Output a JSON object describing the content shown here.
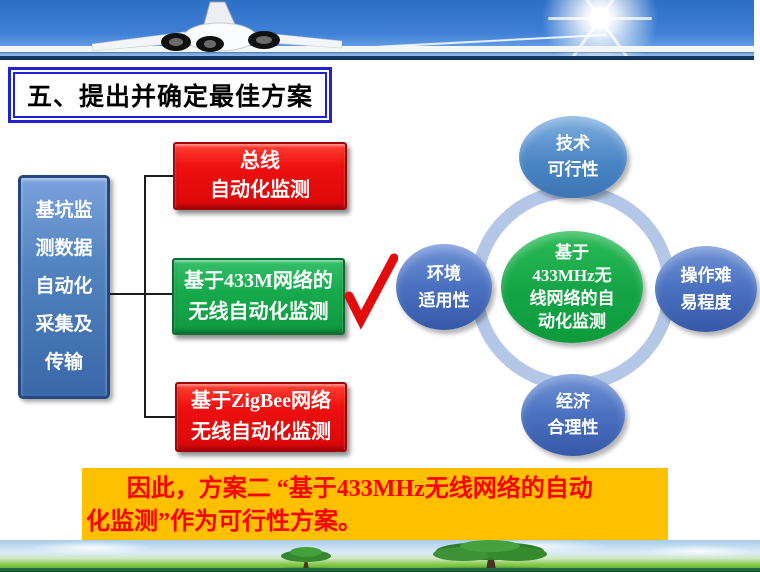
{
  "slide": {
    "title": "五、提出并确定最佳方案",
    "flow": {
      "source": "基坑监\n测数据\n自动化\n采集及\n传输",
      "options": [
        {
          "id": "bus",
          "label": "总线\n自动化监测",
          "color": "red",
          "selected": false
        },
        {
          "id": "433m",
          "label": "基于433M网络的\n无线自动化监测",
          "color": "green",
          "selected": true
        },
        {
          "id": "zigbee",
          "label": "基于ZigBee网络\n无线自动化监测",
          "color": "red",
          "selected": false
        }
      ]
    },
    "criteria": {
      "center": "基于\n433MHz无\n线网络的自\n动化监测",
      "top": "技术\n可行性",
      "left": "环境\n适用性",
      "right": "操作难\n易程度",
      "bottom": "经济\n合理性"
    },
    "conclusion": "因此，方案二 “基于433MHz无线网络的自动\n化监测”作为可行性方案。",
    "colors": {
      "option_red": "#ea0d0d",
      "option_green": "#16a94c",
      "source_blue": "#4f81bd",
      "criteria_blue": "#4472c4",
      "criteria_green": "#14a445",
      "ring_blue": "#b4c7e7",
      "conclusion_bg": "#ffc000",
      "conclusion_text": "#fb0000",
      "title_border": "#2121cf",
      "checkmark_red": "#e20c0c"
    }
  }
}
